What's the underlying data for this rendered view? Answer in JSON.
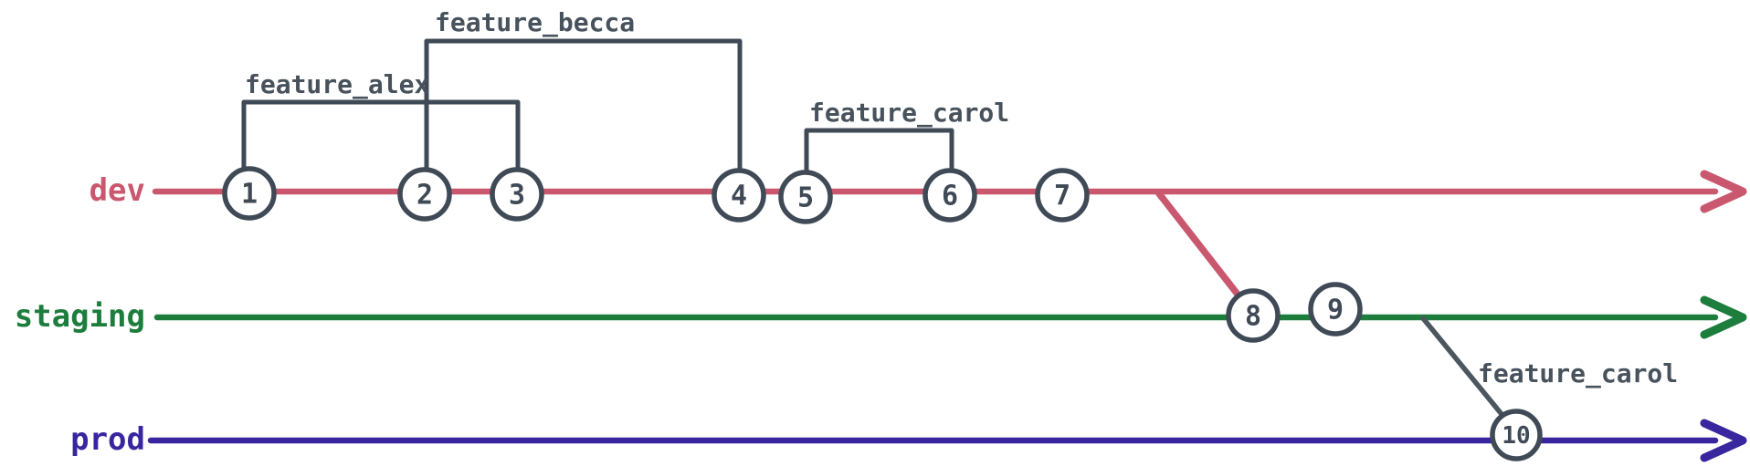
{
  "diagram": {
    "type": "git-branch-graph",
    "background": "#ffffff",
    "node_style": {
      "stroke": "#3f4a56",
      "fill": "#ffffff",
      "number_color": "#3f4a56"
    },
    "feature_label_color": "#47525c",
    "merge_edge_color": "#4b565f",
    "branches": [
      {
        "name": "dev",
        "color": "#c9586f"
      },
      {
        "name": "staging",
        "color": "#1d7d3c"
      },
      {
        "name": "prod",
        "color": "#38269e"
      }
    ],
    "commits": [
      {
        "label": "1",
        "branch": "dev"
      },
      {
        "label": "2",
        "branch": "dev"
      },
      {
        "label": "3",
        "branch": "dev"
      },
      {
        "label": "4",
        "branch": "dev"
      },
      {
        "label": "5",
        "branch": "dev"
      },
      {
        "label": "6",
        "branch": "dev"
      },
      {
        "label": "7",
        "branch": "dev"
      },
      {
        "label": "8",
        "branch": "staging"
      },
      {
        "label": "9",
        "branch": "staging"
      },
      {
        "label": "10",
        "branch": "prod"
      }
    ],
    "features": [
      {
        "label": "feature_alex",
        "span": "commits 1-3"
      },
      {
        "label": "feature_becca",
        "span": "commits 2-4"
      },
      {
        "label": "feature_carol",
        "span": "commits 5-6"
      },
      {
        "label": "feature_carol",
        "span": "merge into commit 10"
      }
    ],
    "merges": [
      {
        "from": "dev",
        "to": "staging",
        "at_commit": "8"
      },
      {
        "from": "staging",
        "to": "prod",
        "at_commit": "10"
      }
    ]
  }
}
